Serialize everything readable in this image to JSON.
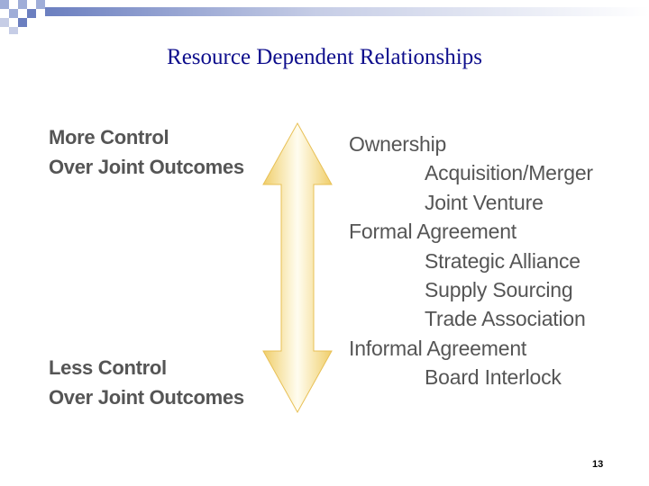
{
  "title": "Resource Dependent Relationships",
  "more_control": [
    "More Control",
    "Over Joint Outcomes"
  ],
  "less_control": [
    "Less Control",
    "Over Joint Outcomes"
  ],
  "relationships": [
    {
      "label": "Ownership",
      "level": 0
    },
    {
      "label": "Acquisition/Merger",
      "level": 1
    },
    {
      "label": "Joint Venture",
      "level": 1
    },
    {
      "label": "Formal Agreement",
      "level": 0
    },
    {
      "label": "Strategic Alliance",
      "level": 1
    },
    {
      "label": "Supply Sourcing",
      "level": 1
    },
    {
      "label": "Trade Association",
      "level": 1
    },
    {
      "label": "Informal Agreement",
      "level": 0
    },
    {
      "label": "Board Interlock",
      "level": 1
    }
  ],
  "page_number": "13",
  "colors": {
    "title": "#0d0d8c",
    "text": "#555555",
    "arrow_light": "#fffdf0",
    "arrow_dark": "#f0ce6a",
    "deco_blue": "#6b7fc0"
  }
}
